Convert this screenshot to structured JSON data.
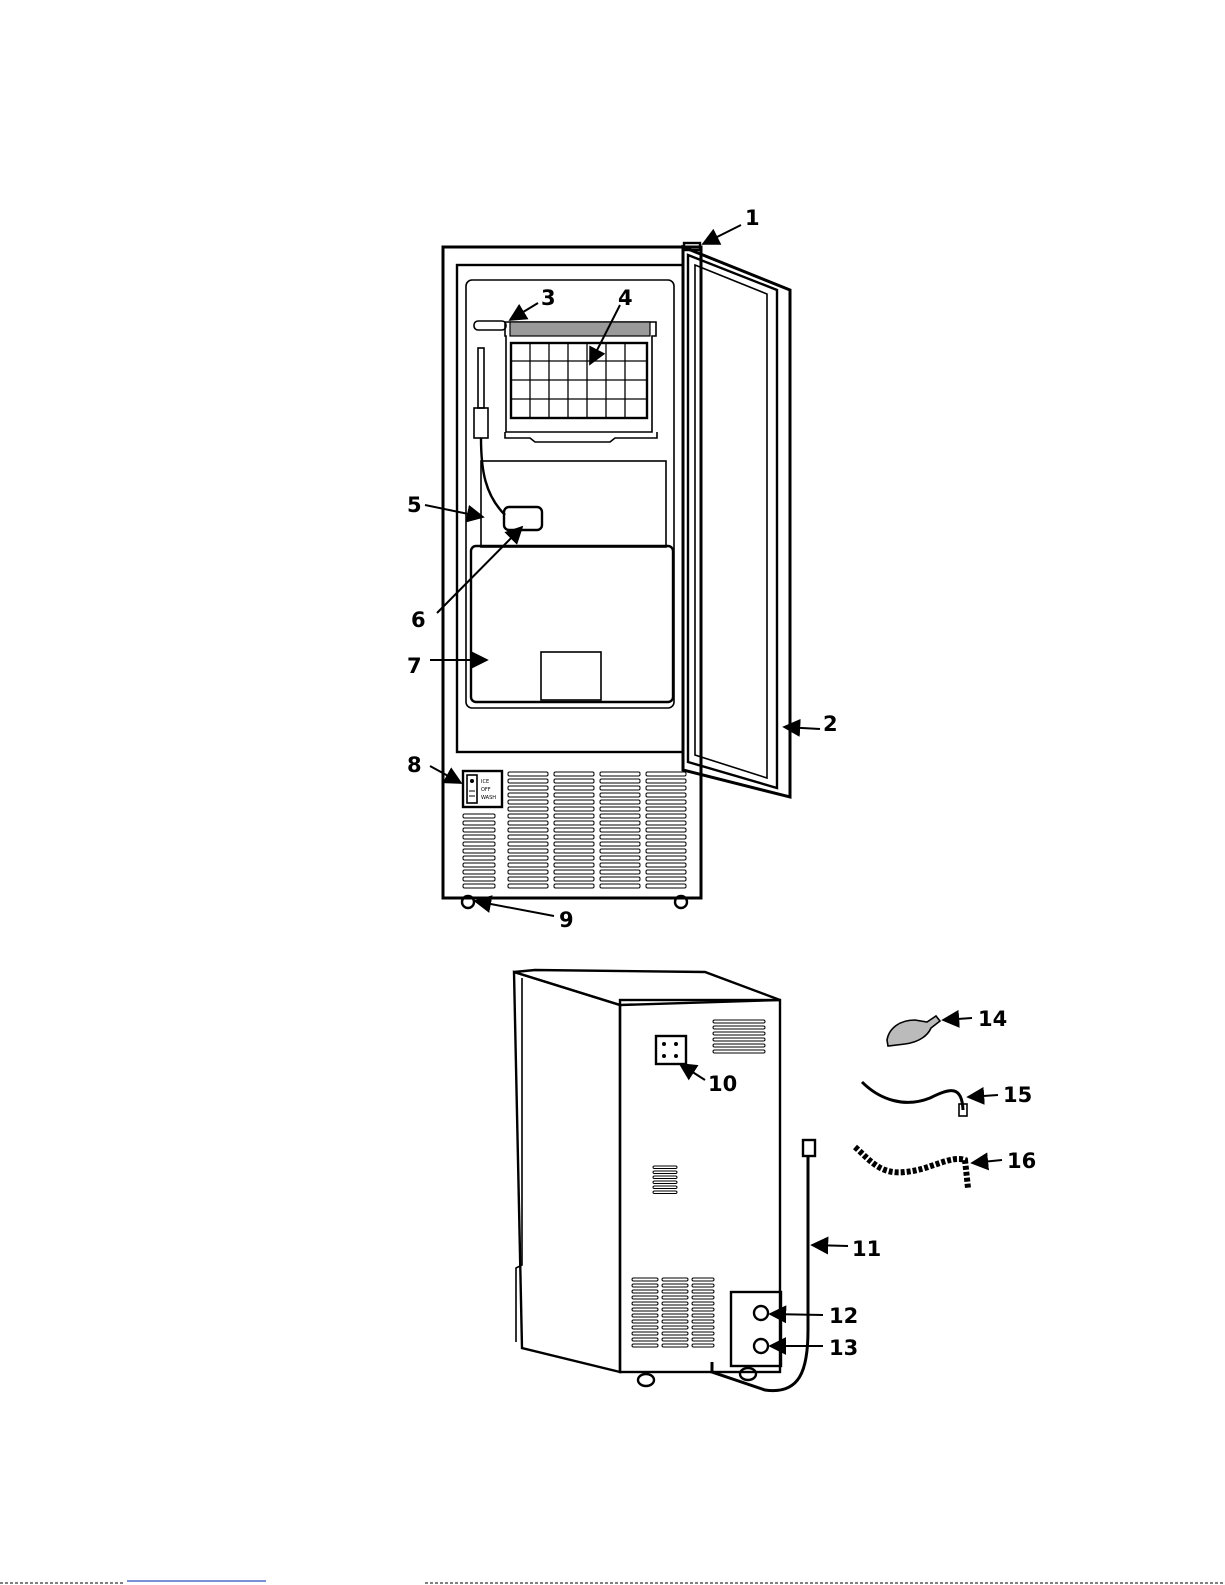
{
  "callouts": {
    "c1": "1",
    "c2": "2",
    "c3": "3",
    "c4": "4",
    "c5": "5",
    "c6": "6",
    "c7": "7",
    "c8": "8",
    "c9": "9",
    "c10": "10",
    "c11": "11",
    "c12": "12",
    "c13": "13",
    "c14": "14",
    "c15": "15",
    "c16": "16"
  },
  "control_panel": {
    "line1": "ICE",
    "line2": "OFF",
    "line3": "WASH"
  },
  "colors": {
    "ink": "#000000",
    "background": "#ffffff",
    "shade": "#9a9a9a",
    "link": "#2b4fbf"
  }
}
